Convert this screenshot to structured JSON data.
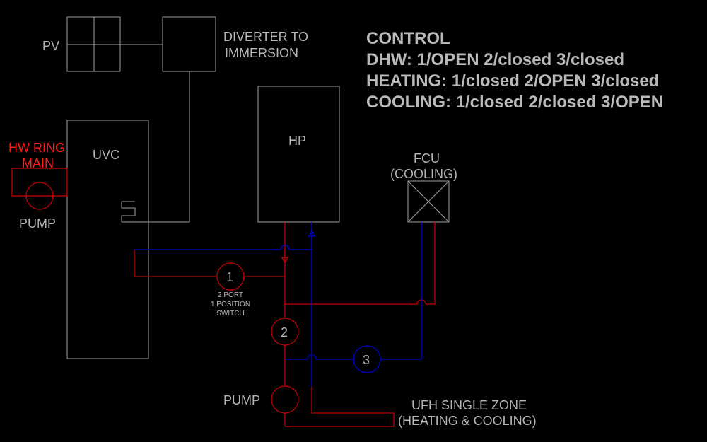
{
  "labels": {
    "pv": "PV",
    "diverter_line1": "DIVERTER TO",
    "diverter_line2": "IMMERSION",
    "hw_ring_line1": "HW RING",
    "hw_ring_line2": "MAIN",
    "uvc": "UVC",
    "pump_left": "PUMP",
    "hp": "HP",
    "fcu_line1": "FCU",
    "fcu_line2": "(COOLING)",
    "valve1": "1",
    "valve1_note_line1": "2 PORT",
    "valve1_note_line2": "1 POSITION",
    "valve1_note_line3": "SWITCH",
    "valve2": "2",
    "valve3": "3",
    "pump_main": "PUMP",
    "ufh_line1": "UFH SINGLE ZONE",
    "ufh_line2": "(HEATING & COOLING)"
  },
  "control": {
    "title": "CONTROL",
    "dhw": "DHW: 1/OPEN 2/closed 3/closed",
    "heating": "HEATING: 1/closed 2/OPEN 3/closed",
    "cooling": "COOLING: 1/closed 2/closed 3/OPEN"
  },
  "colors": {
    "flow": "#c00000",
    "return": "#0000d0",
    "equipment": "#a0a0a0",
    "hw_label": "#ff1a1a"
  }
}
